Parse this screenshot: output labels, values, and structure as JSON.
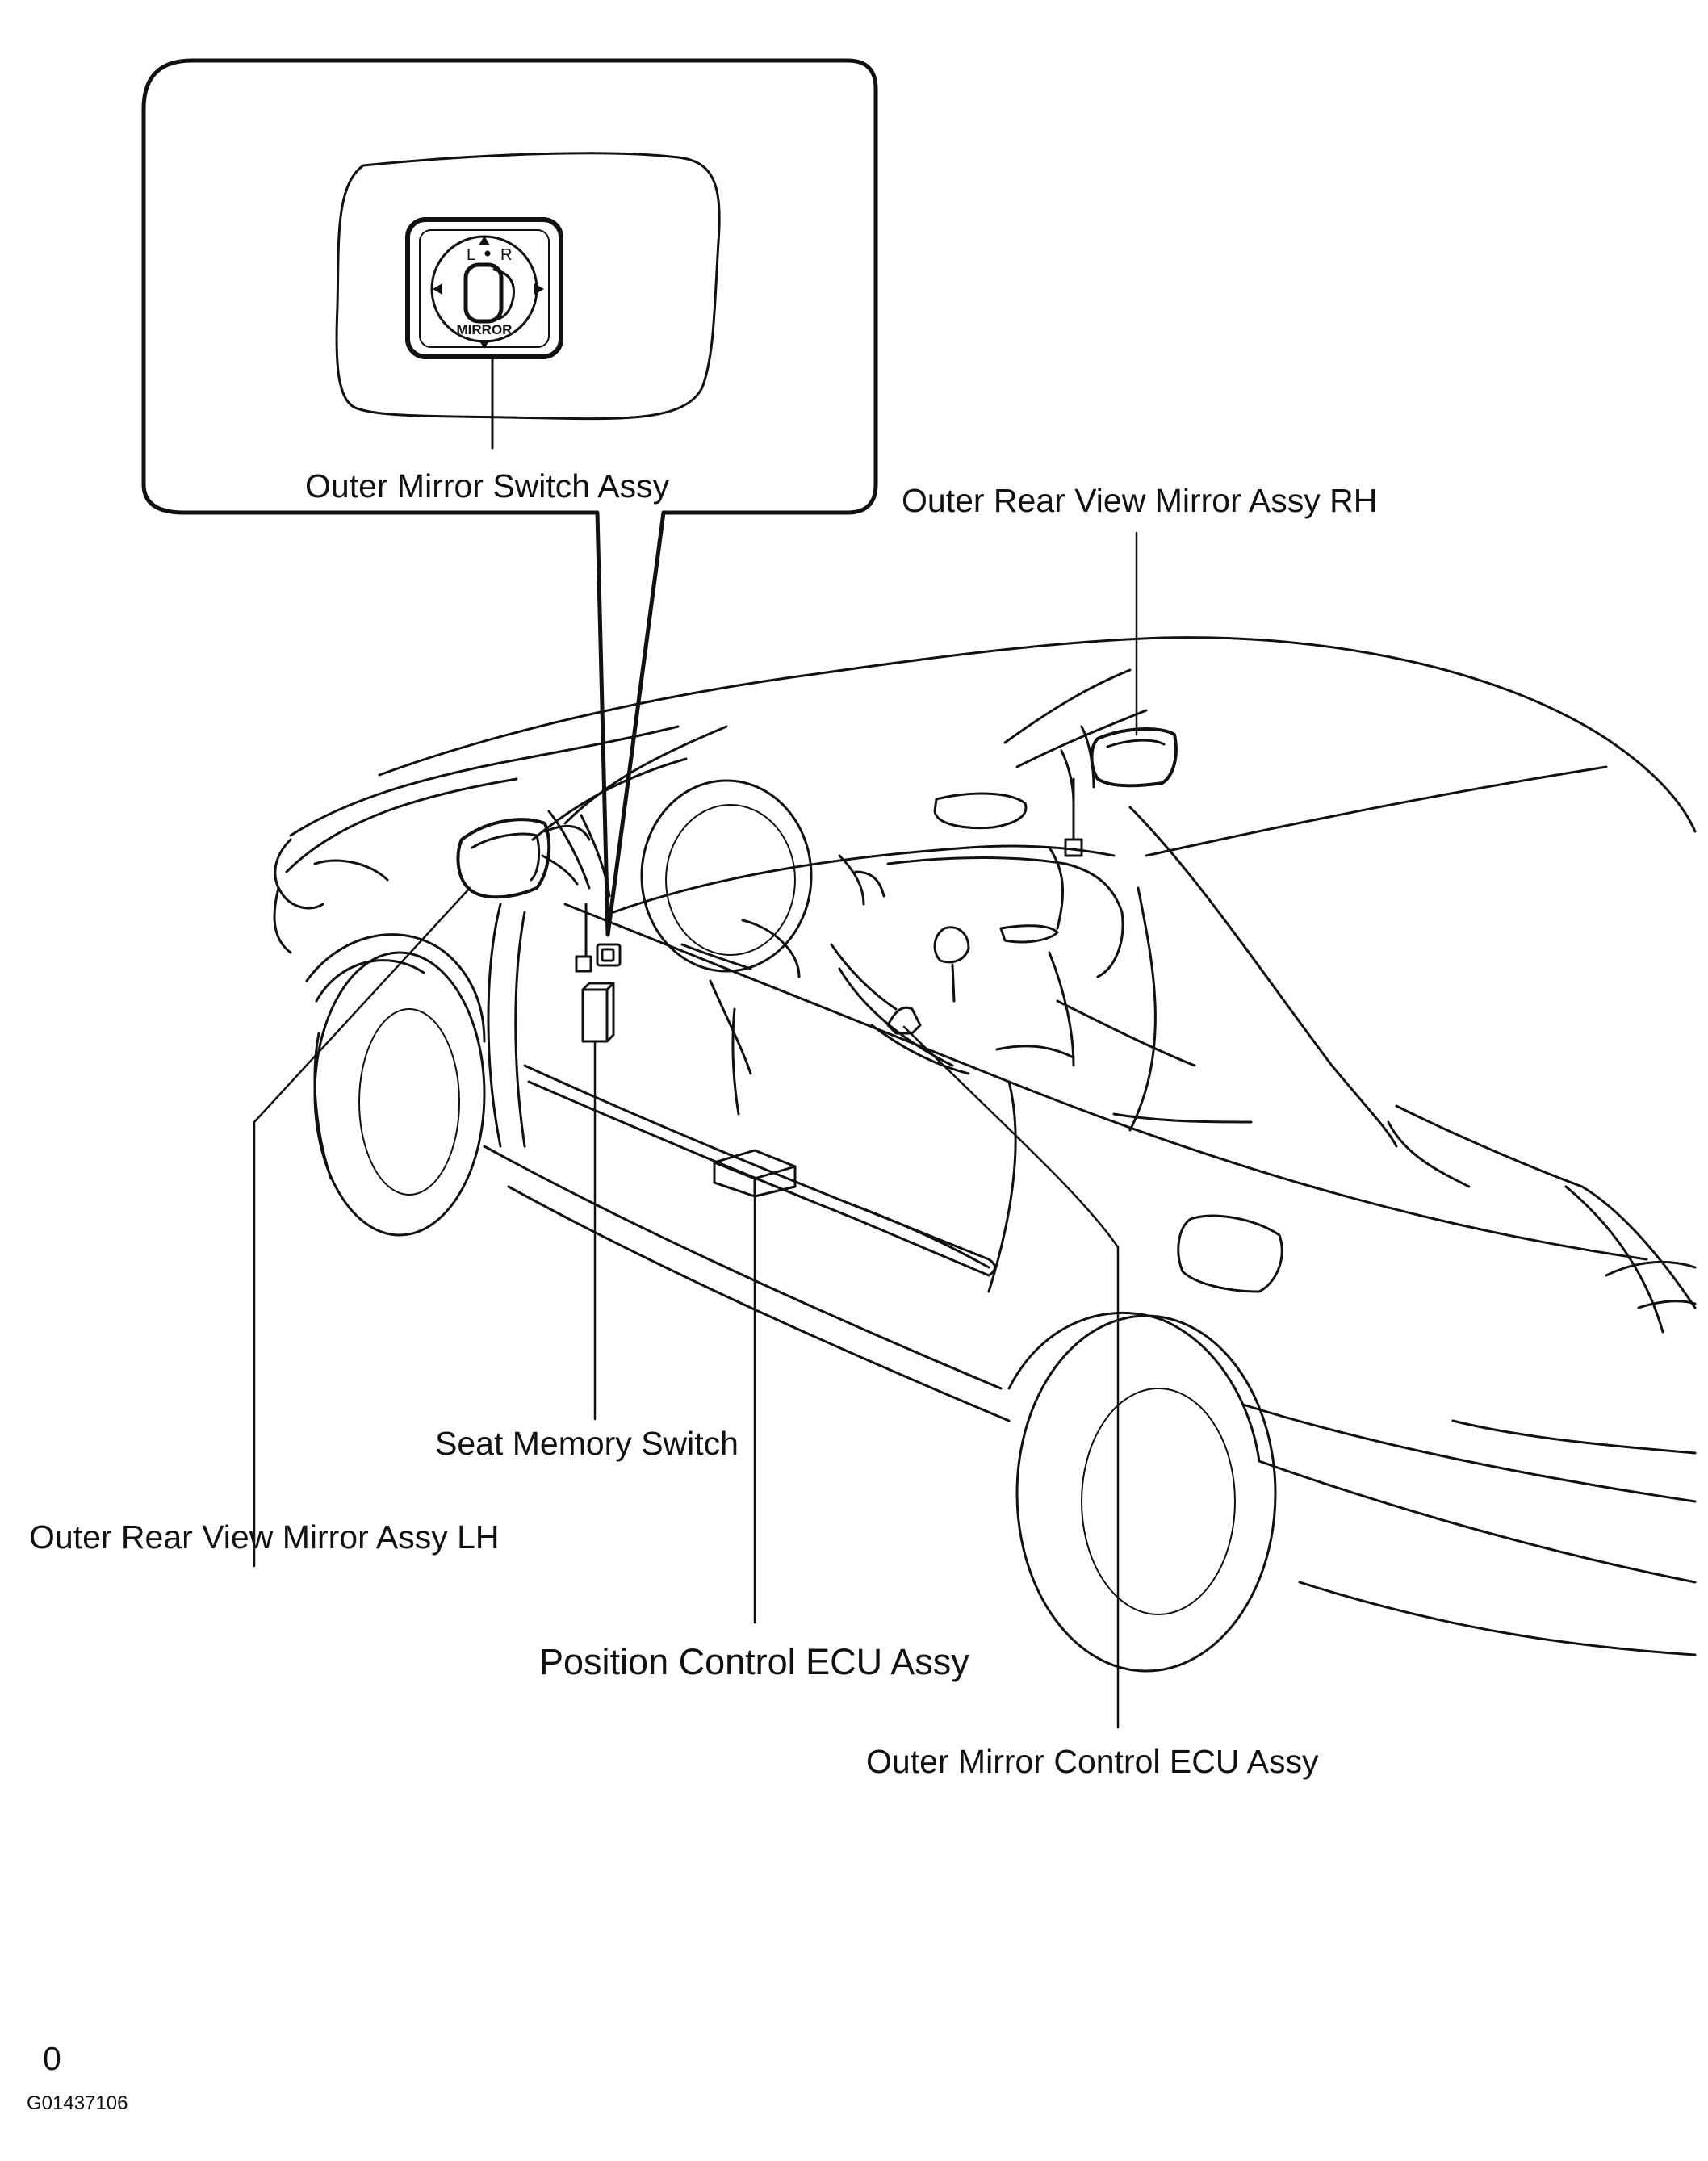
{
  "labels": {
    "outer_mirror_switch": "Outer Mirror Switch Assy",
    "mirror_rh": "Outer Rear View Mirror Assy RH",
    "seat_memory_switch": "Seat Memory Switch",
    "mirror_lh": "Outer Rear View Mirror Assy LH",
    "position_control_ecu": "Position Control ECU Assy",
    "outer_mirror_ecu": "Outer Mirror Control ECU Assy"
  },
  "switch_face": {
    "left_letter": "L",
    "right_letter": "R",
    "caption": "MIRROR"
  },
  "footer": {
    "page_mark": "0",
    "figure_id": "G01437106"
  },
  "colors": {
    "line": "#111111",
    "background": "#ffffff"
  }
}
